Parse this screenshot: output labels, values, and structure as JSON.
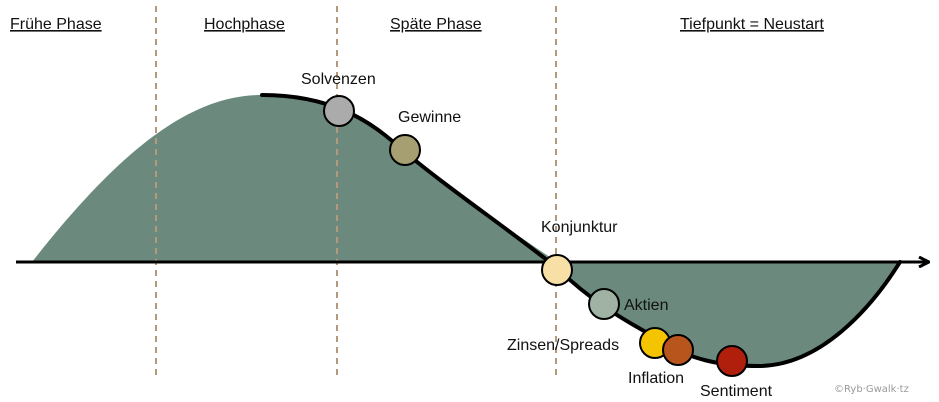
{
  "phases": [
    {
      "label": "Frühe Phase"
    },
    {
      "label": "Hochphase"
    },
    {
      "label": "Späte Phase"
    },
    {
      "label": "Tiefpunkt = Neustart"
    }
  ],
  "indicators": [
    {
      "label": "Solvenzen",
      "color": "#ababab"
    },
    {
      "label": "Gewinne",
      "color": "#a59f72"
    },
    {
      "label": "Konjunktur",
      "color": "#f8dfa5"
    },
    {
      "label": "Aktien",
      "color": "#9fb2a4"
    },
    {
      "label": "Zinsen/Spreads",
      "color": "#f5c400"
    },
    {
      "label": "Inflation",
      "color": "#b8551d"
    },
    {
      "label": "Sentiment",
      "color": "#b01e0c"
    }
  ],
  "colors": {
    "wave_fill": "#6b8a7d",
    "curve": "#000000",
    "divider": "#b39a7c"
  },
  "watermark": "©Ryb·Gwalk·tz"
}
